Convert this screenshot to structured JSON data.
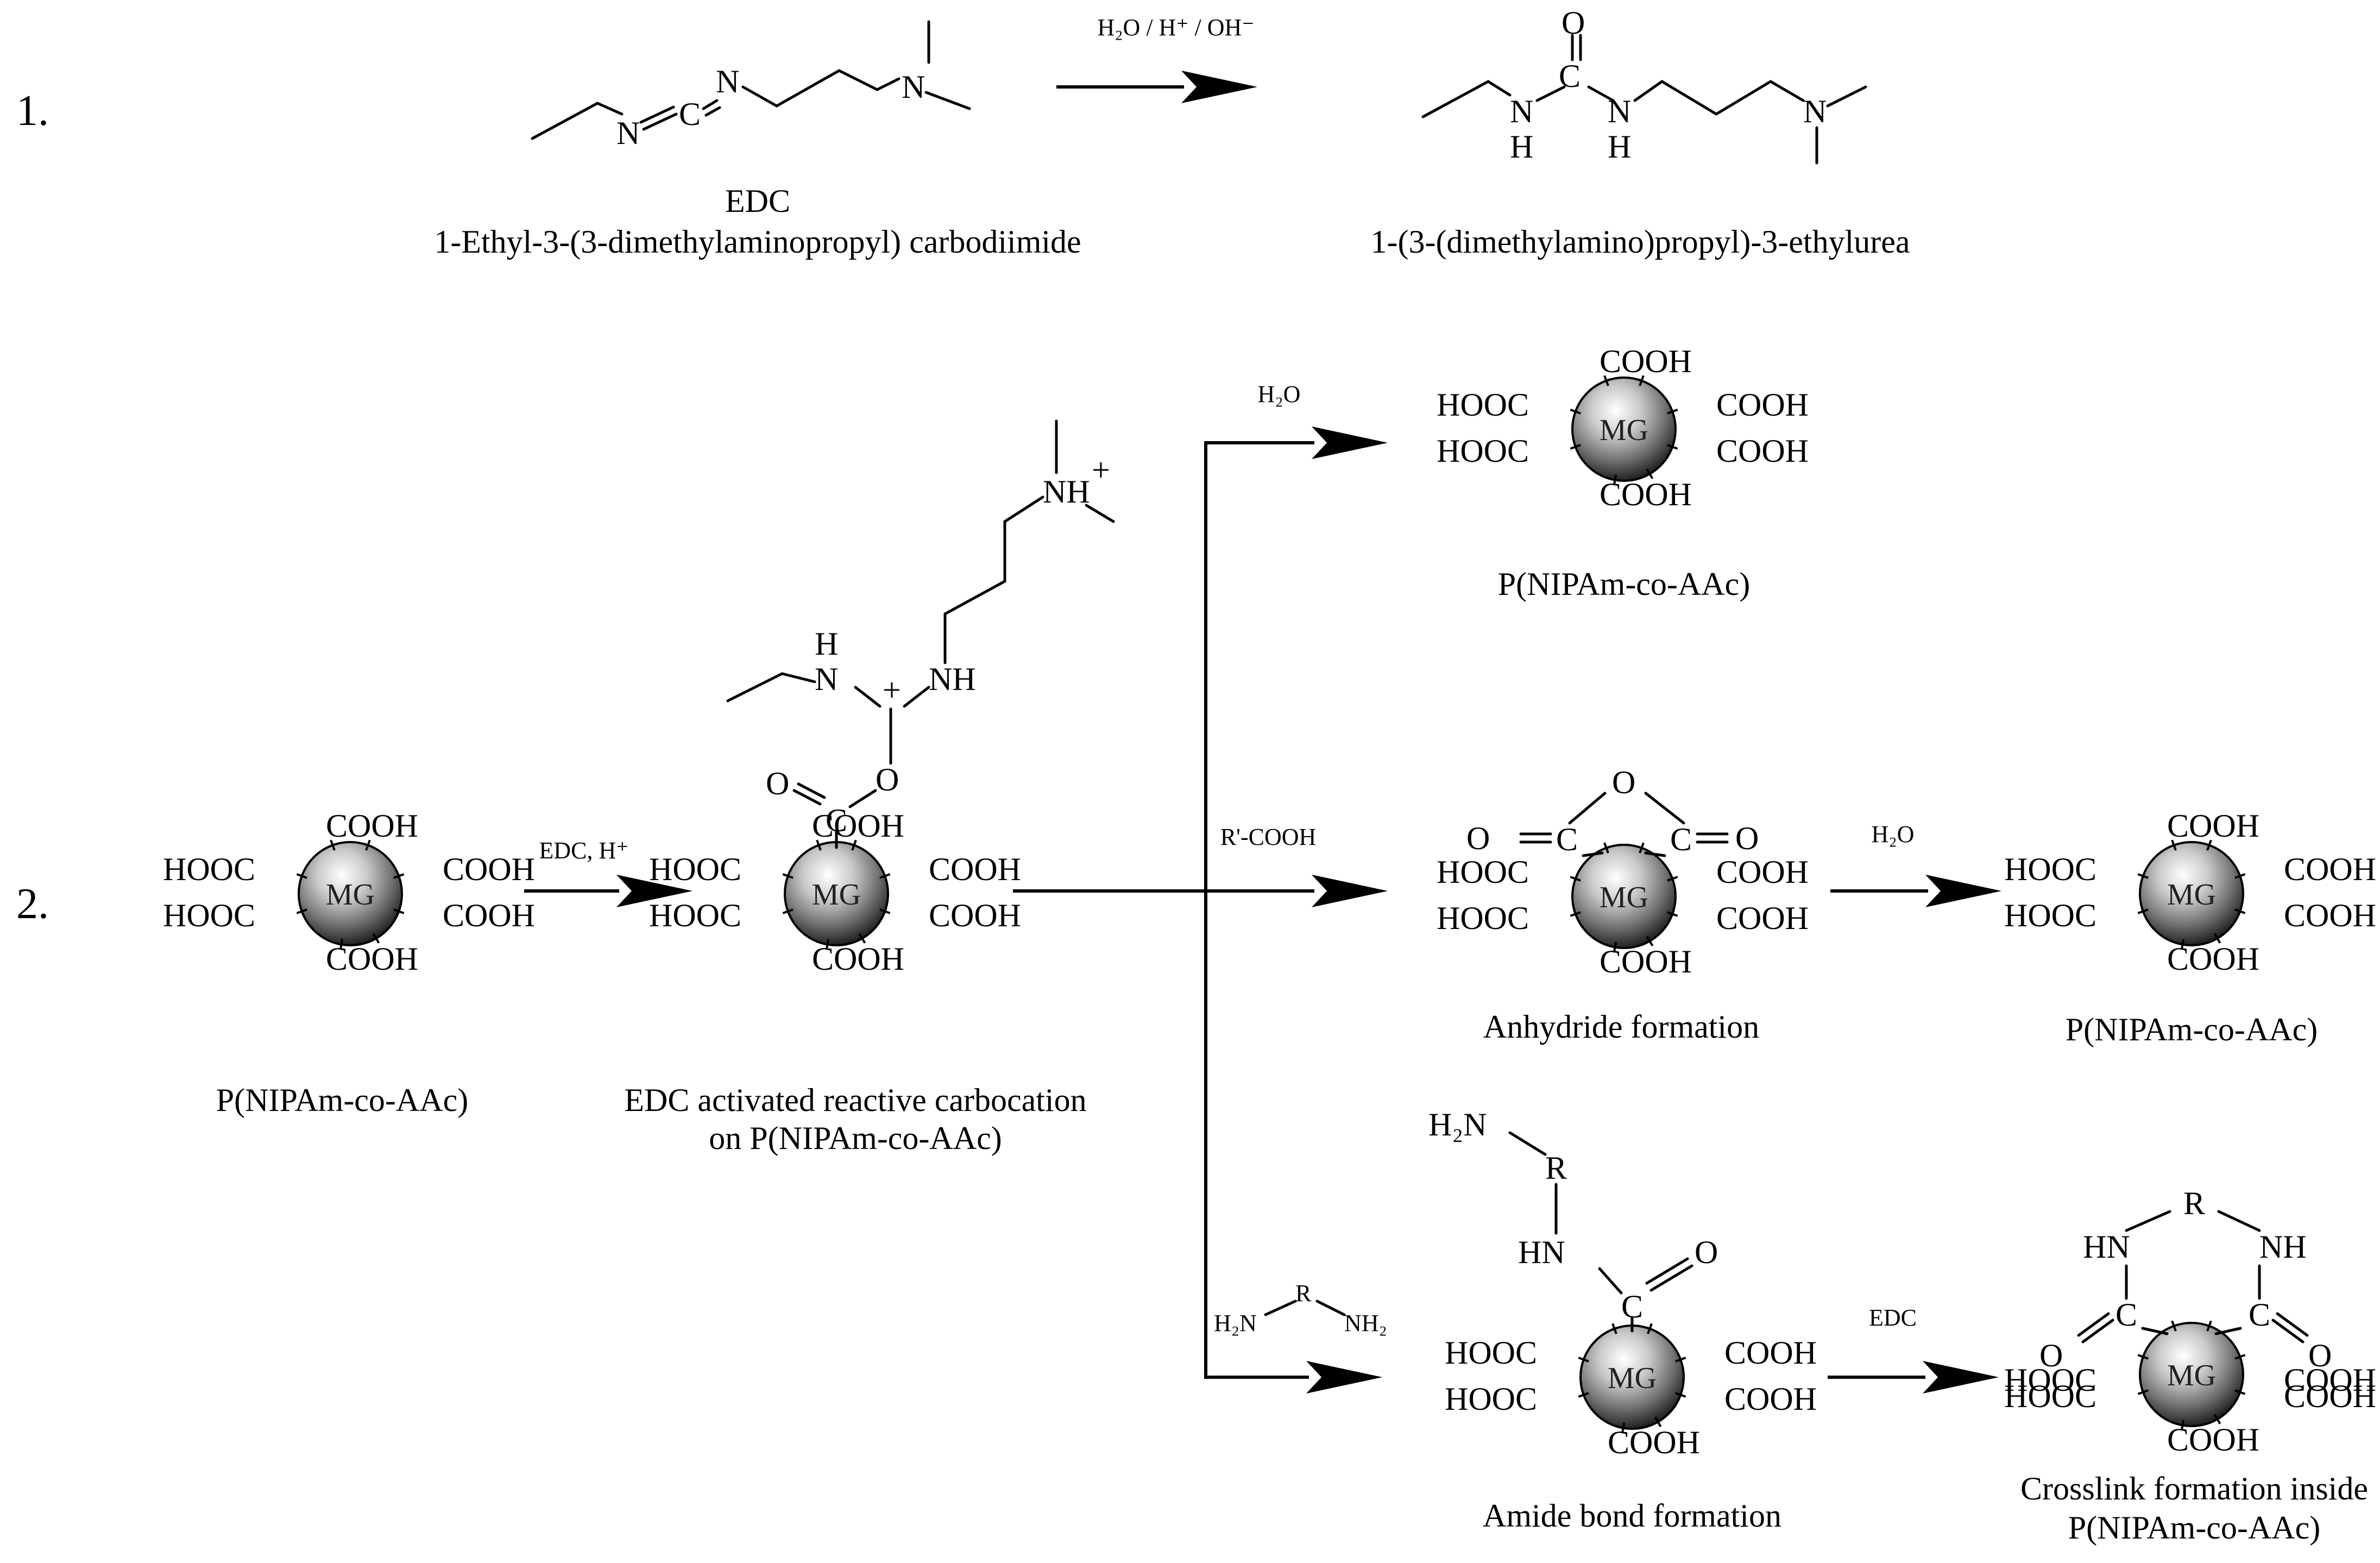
{
  "step1": {
    "number": "1.",
    "edc_abbrev": "EDC",
    "edc_name": "1-Ethyl-3-(3-dimethylaminopropyl) carbodiimide",
    "conditions": "H₂O / H⁺ / OH⁻",
    "product_name": "1-(3-(dimethylamino)propyl)-3-ethylurea"
  },
  "step2": {
    "number": "2.",
    "start_label": "P(NIPAm-co-AAc)",
    "reagent": "EDC, H⁺",
    "activated_label_line1": "EDC activated reactive carbocation",
    "activated_label_line2": "on P(NIPAm-co-AAc)",
    "branch_water": "H₂O",
    "branch_acid": "R'-COOH",
    "branch_diamine": "H₂N–R–NH₂",
    "product1_label": "P(NIPAm-co-AAc)",
    "anhydride_label": "Anhydride formation",
    "anhydride_water": "H₂O",
    "anhydride_product_label": "P(NIPAm-co-AAc)",
    "amide_label": "Amide bond formation",
    "amide_reagent": "EDC",
    "crosslink_label_line1": "Crosslink formation inside",
    "crosslink_label_line2": "P(NIPAm-co-AAc)"
  },
  "atoms": {
    "mg": "MG",
    "cooh": "COOH",
    "hooc": "HOOC",
    "N": "N",
    "C": "C",
    "O": "O",
    "H": "H",
    "NH": "NH",
    "HN": "HN",
    "NH_plus": "NH",
    "plus": "+",
    "R": "R",
    "H2N": "H₂N",
    "NH2": "NH₂"
  },
  "colors": {
    "sphere_light": "#ffffff",
    "sphere_dark": "#1a1a1a"
  }
}
